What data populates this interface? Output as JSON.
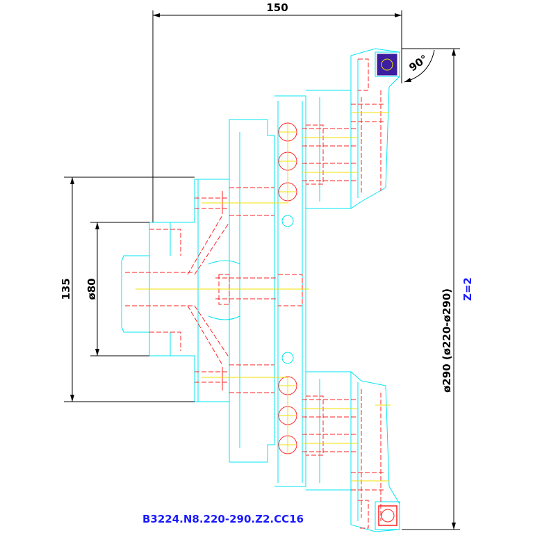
{
  "dimensions": {
    "top_width": "150",
    "left_height": "135",
    "bore_diameter": "ø80",
    "angle": "90°",
    "cutting_diameter": "ø290  (ø220-ø290)"
  },
  "teeth_label": "Z=2",
  "part_code": "B3224.N8.220-290.Z2.CC16",
  "colors": {
    "outline": "#00e5f0",
    "hidden": "#ff2020",
    "centerline": "#f0e000",
    "dimension": "#000000",
    "label": "#1a1aff"
  }
}
